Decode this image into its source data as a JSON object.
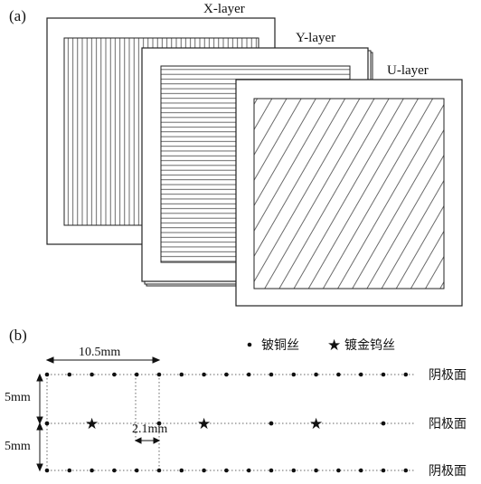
{
  "panel_a": {
    "label": "(a)",
    "layers": [
      {
        "name": "X-layer"
      },
      {
        "name": "Y-layer"
      },
      {
        "name": "U-layer"
      }
    ]
  },
  "panel_b": {
    "label": "(b)",
    "legend": {
      "dot_symbol": "•",
      "dot_label": "铍铜丝",
      "star_symbol": "★",
      "star_label": "镀金钨丝"
    },
    "dimensions": {
      "pitch_label": "10.5mm",
      "upper_gap_label": "5mm",
      "lower_gap_label": "5mm",
      "spacing_label": "2.1mm"
    },
    "rows": [
      {
        "label": "阴极面"
      },
      {
        "label": "阳极面"
      },
      {
        "label": "阴极面"
      }
    ]
  }
}
